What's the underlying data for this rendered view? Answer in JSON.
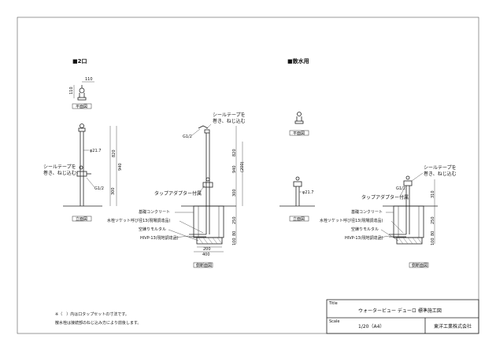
{
  "sections": {
    "left_title": "■2口",
    "right_title": "■散水用"
  },
  "views": {
    "plan": "平面図",
    "elevation": "立面図",
    "side": "側断面図"
  },
  "callouts": {
    "seal_tape_line1": "シールテープを",
    "seal_tape_line2": "巻き、ねじ込む",
    "tap_adapter": "タップアダプター付属",
    "foundation": "基礎コンクリート",
    "socket": "水栓ソケット呼び径13(現場調達品)",
    "mortar": "空練りモルタル",
    "pipe": "HIVP-13(現地調達品)"
  },
  "dims": {
    "d110a": "110",
    "d110b": "110",
    "phi": "φ21.7",
    "g12": "G1/2",
    "d820": "820",
    "d940": "940",
    "d300": "300",
    "d200p": "(200)",
    "d310": "310",
    "d250": "250",
    "d80": "80",
    "d100": "100",
    "w200": "200",
    "w400": "400"
  },
  "notes": {
    "line1": "※（　）内は口タップセットの寸法です。",
    "line2": "散水栓は接続部のねじ込み方により前後します。"
  },
  "titleblock": {
    "title_label": "Title",
    "title": "ウォータービュー デューロ 標準施工図",
    "scale_label": "Scale",
    "scale": "1/20（A4）",
    "company": "東洋工業株式会社"
  }
}
